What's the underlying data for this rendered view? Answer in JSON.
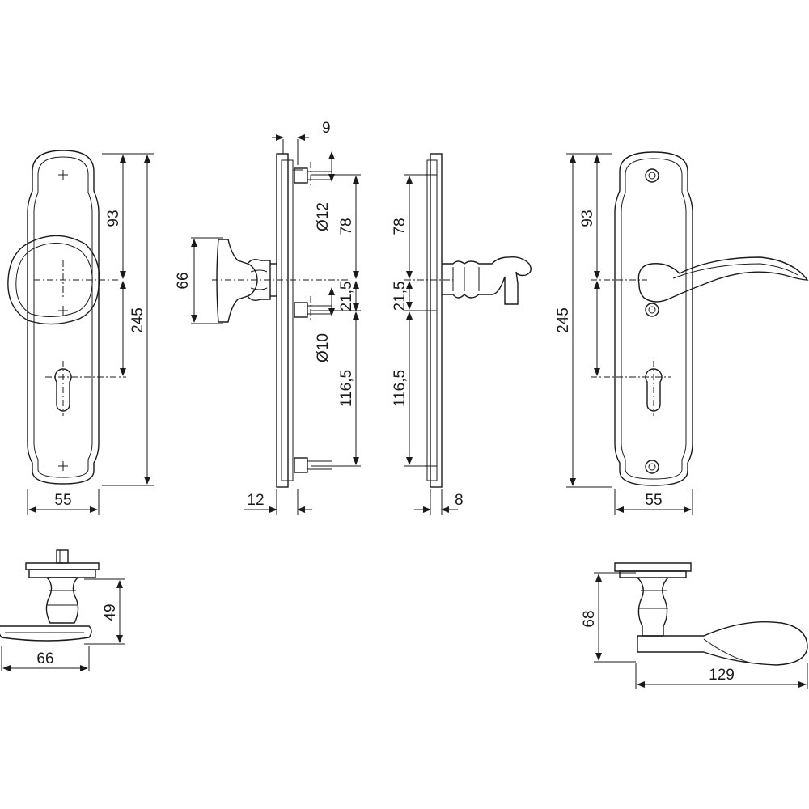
{
  "dimensions": {
    "knob_plate_width": "55",
    "knob_plate_upper": "93",
    "knob_plate_height": "245",
    "side_offset_top": "9",
    "side_hole_upper_dia": "Ø12",
    "side_upper_spacing": "78",
    "knob_rose_diameter": "66",
    "side_spindle_gap": "21,5",
    "side_hole_lower_dia": "Ø10",
    "side_lower_spacing": "116,5",
    "side_knob_depth": "12",
    "lever_side_upper": "78",
    "lever_side_gap": "21,5",
    "lever_side_lower": "116,5",
    "lever_side_thickness": "8",
    "lever_plate_upper": "93",
    "lever_plate_height": "245",
    "lever_plate_width": "55",
    "knob_top_height": "49",
    "knob_top_width": "66",
    "lever_top_height": "68",
    "lever_top_length": "129"
  },
  "colors": {
    "line": "#1a1a1a",
    "background": "#ffffff"
  }
}
